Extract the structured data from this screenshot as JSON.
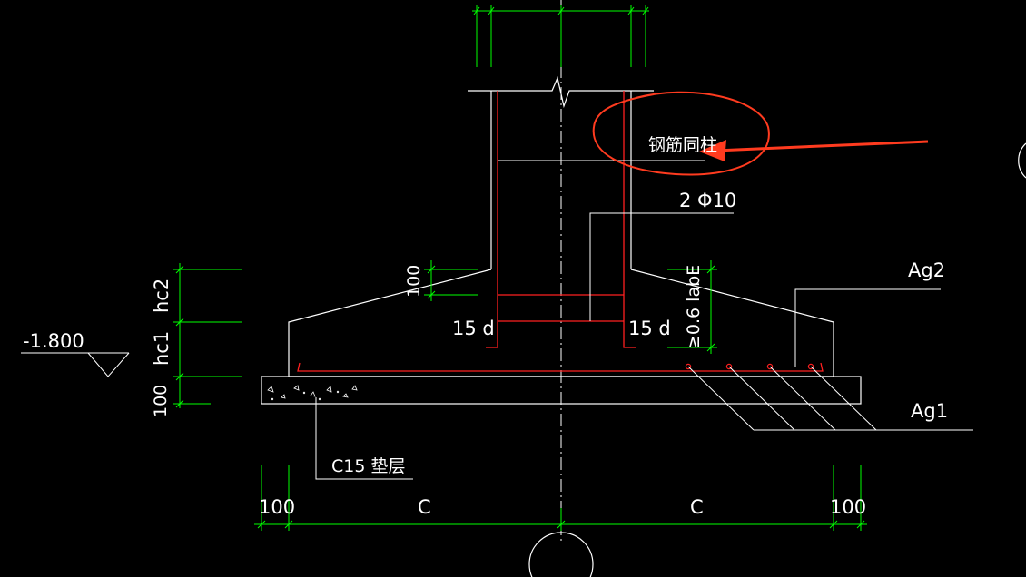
{
  "labels": {
    "elevation": "-1.800",
    "hc2": "hc2",
    "hc1": "hc1",
    "dim_100_left": "100",
    "dim_100_stirrup": "100",
    "hook_left": "15 d",
    "hook_right": "15 d",
    "anchor": "≥0.6 labE",
    "stirrup": "2 Φ10",
    "rebar_same_as_column": "钢筋同柱",
    "ag2": "Ag2",
    "ag1": "Ag1",
    "cushion": "C15 垫层",
    "bottom_100_left": "100",
    "bottom_c_left": "C",
    "bottom_c_right": "C",
    "bottom_100_right": "100"
  },
  "colors": {
    "line": "#ffffff",
    "rebar": "#ff2020",
    "dimension": "#00ff00",
    "annotation": "#ff3b1f"
  }
}
